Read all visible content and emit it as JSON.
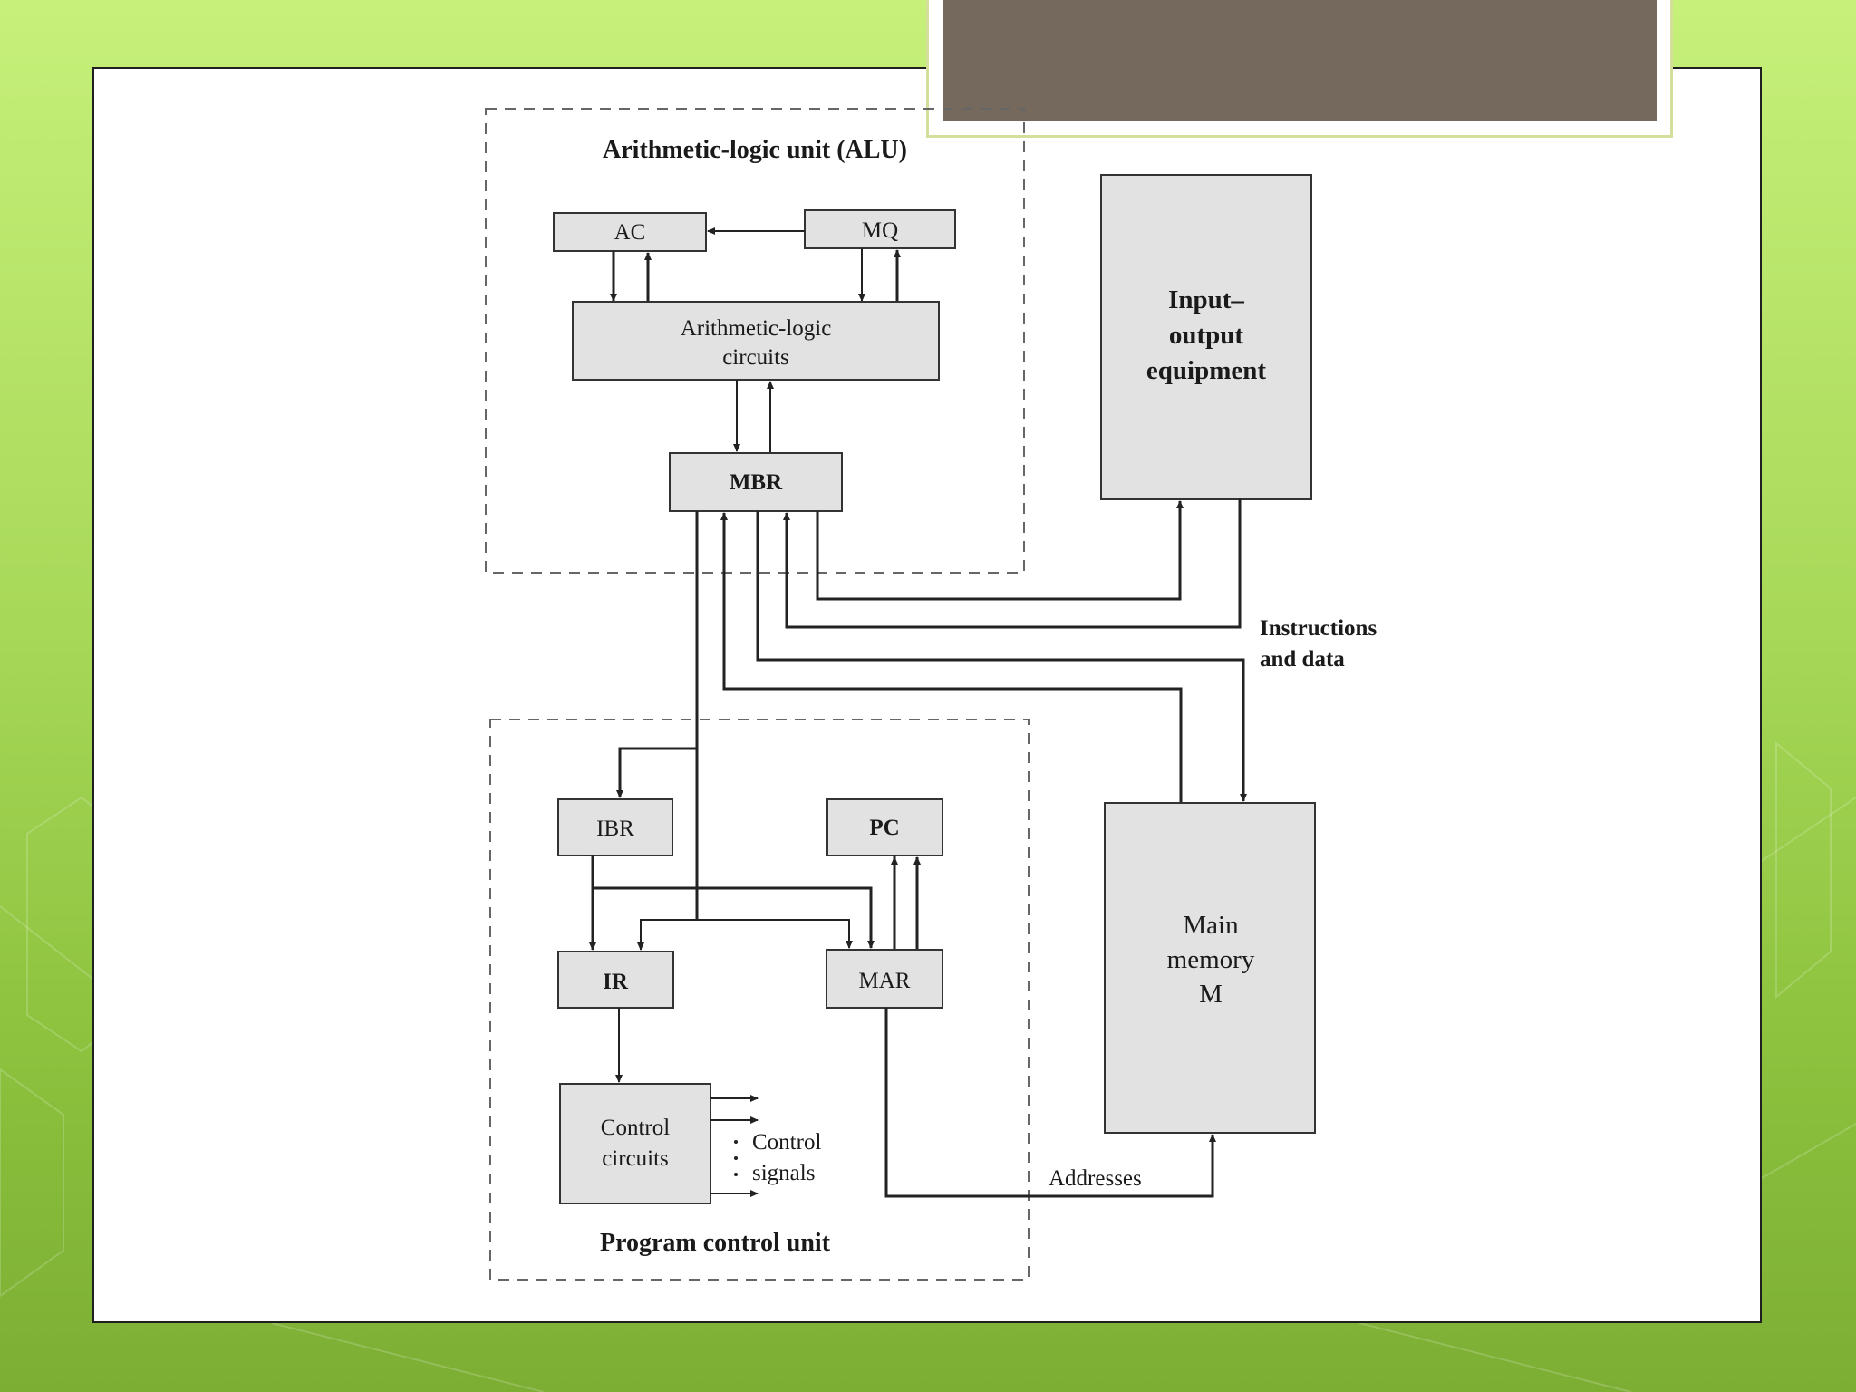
{
  "diagram": {
    "alu": {
      "title": "Arithmetic-logic unit (ALU)",
      "ac": "AC",
      "mq": "MQ",
      "circuits_line1": "Arithmetic-logic",
      "circuits_line2": "circuits",
      "mbr": "MBR"
    },
    "io": {
      "line1": "Input–",
      "line2": "output",
      "line3": "equipment"
    },
    "instructions_label": {
      "line1": "Instructions",
      "line2": "and data"
    },
    "memory": {
      "line1": "Main",
      "line2": "memory",
      "line3": "M"
    },
    "pcu": {
      "title": "Program control unit",
      "ibr": "IBR",
      "pc": "PC",
      "ir": "IR",
      "mar": "MAR",
      "control_line1": "Control",
      "control_line2": "circuits",
      "signals_line1": "Control",
      "signals_line2": "signals"
    },
    "addresses_label": "Addresses"
  },
  "colors": {
    "background_green": "#a8d858",
    "title_placeholder": "#75685c",
    "box_fill": "#e2e2e2"
  }
}
